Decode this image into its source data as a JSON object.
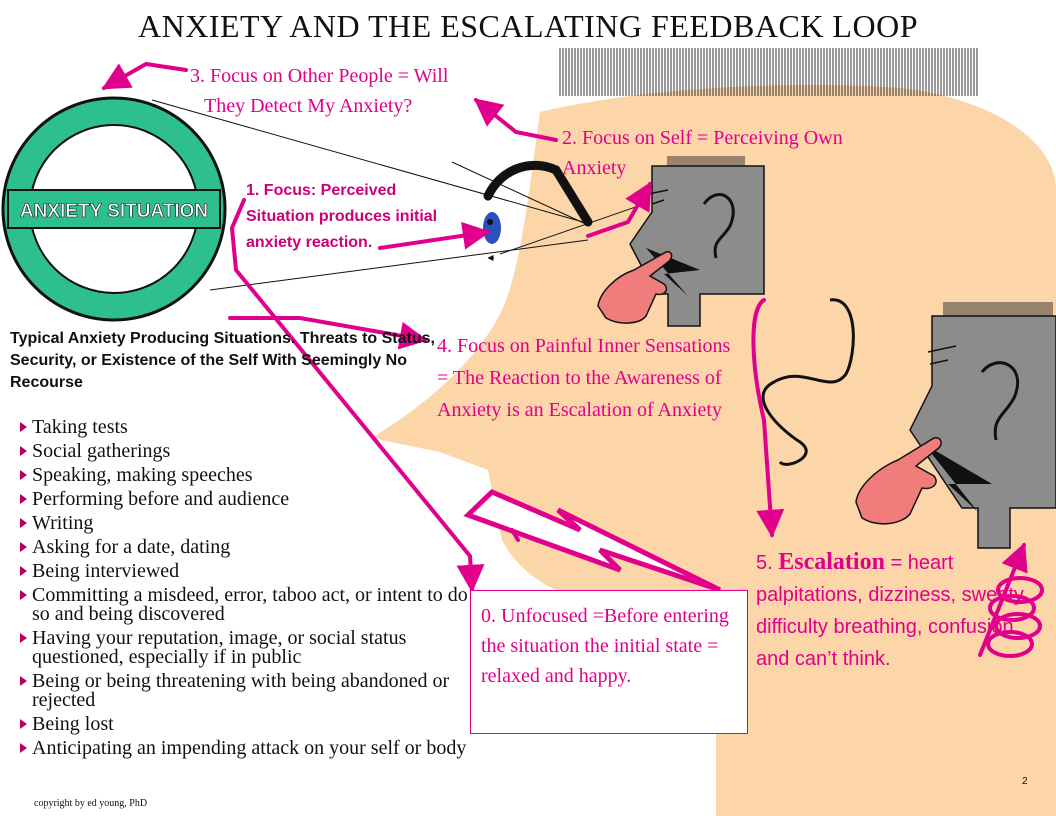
{
  "title": "ANXIETY AND THE ESCALATING FEEDBACK LOOP",
  "sign_text": "ANXIETY SITUATION",
  "focus": {
    "f3_line1": "3. Focus on Other People = Will",
    "f3_line2": "They Detect My Anxiety?",
    "f2_line1": "2. Focus on Self = Perceiving Own",
    "f2_line2": "Anxiety",
    "f1": "1. Focus: Perceived Situation produces initial anxiety reaction.",
    "f4_line1": "4. Focus on Painful Inner Sensations",
    "f4_line2": "= The Reaction to the Awareness of",
    "f4_line3": "Anxiety is an Escalation of Anxiety",
    "f0": "0. Unfocused =Before entering the situation the initial state = relaxed and happy.",
    "f5_prefix": "5. ",
    "f5_bold": "Escalation",
    "f5_rest": " = heart palpitations, dizziness, sweaty, difficulty breathing, confusion and can’t think."
  },
  "typical_heading": "Typical Anxiety Producing Situations. Threats to Status, Security, or Existence of the Self With Seemingly No Recourse",
  "situations": [
    "Taking tests",
    "Social gatherings",
    "Speaking, making speeches",
    "Performing before and audience",
    "Writing",
    "Asking for a date, dating",
    "Being interviewed",
    "Committing a misdeed, error, taboo act, or intent to do so and being discovered",
    "Having your reputation, image, or social status questioned, especially if in public",
    "Being or being threatening with being abandoned or rejected",
    "Being lost",
    "Anticipating an impending attack on your self or body"
  ],
  "copyright": "copyright by ed young, PhD",
  "page_number": "2",
  "colors": {
    "accent": "#e0008c",
    "skin": "#fcd5a8",
    "sign_green": "#2ebf91",
    "head_gray": "#8c8c8c",
    "hand_pink": "#f07c7c"
  }
}
